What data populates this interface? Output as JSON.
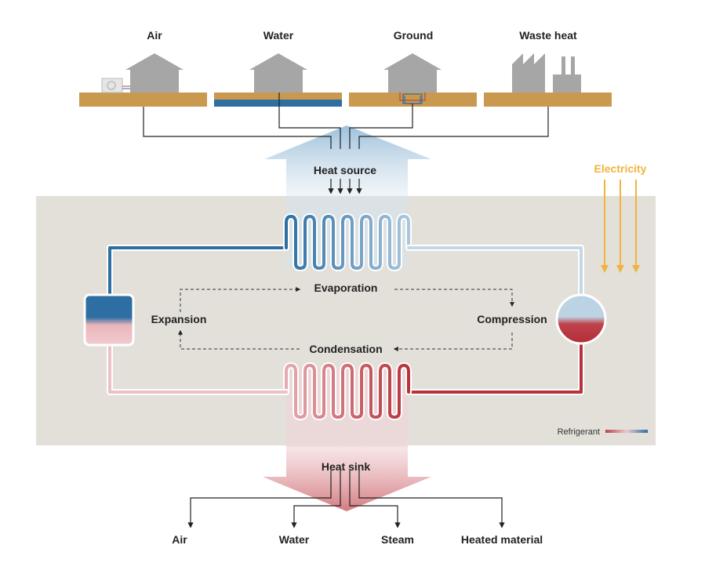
{
  "sources": {
    "air": "Air",
    "water": "Water",
    "ground": "Ground",
    "waste_heat": "Waste heat"
  },
  "heat_source": "Heat source",
  "electricity": "Electricity",
  "process": {
    "evaporation": "Evaporation",
    "expansion": "Expansion",
    "compression": "Compression",
    "condensation": "Condensation"
  },
  "legend": {
    "refrigerant": "Refrigerant"
  },
  "heat_sink": "Heat sink",
  "sinks": {
    "air": "Air",
    "water": "Water",
    "steam": "Steam",
    "heated_material": "Heated material"
  },
  "colors": {
    "cold": "#2e6fa3",
    "hot": "#b8323a",
    "electricity": "#f0b43c",
    "ground": "#c9994f",
    "water_layer": "#2f6fa0",
    "panel": "#e2e0d9",
    "building": "#a6a6a6"
  }
}
